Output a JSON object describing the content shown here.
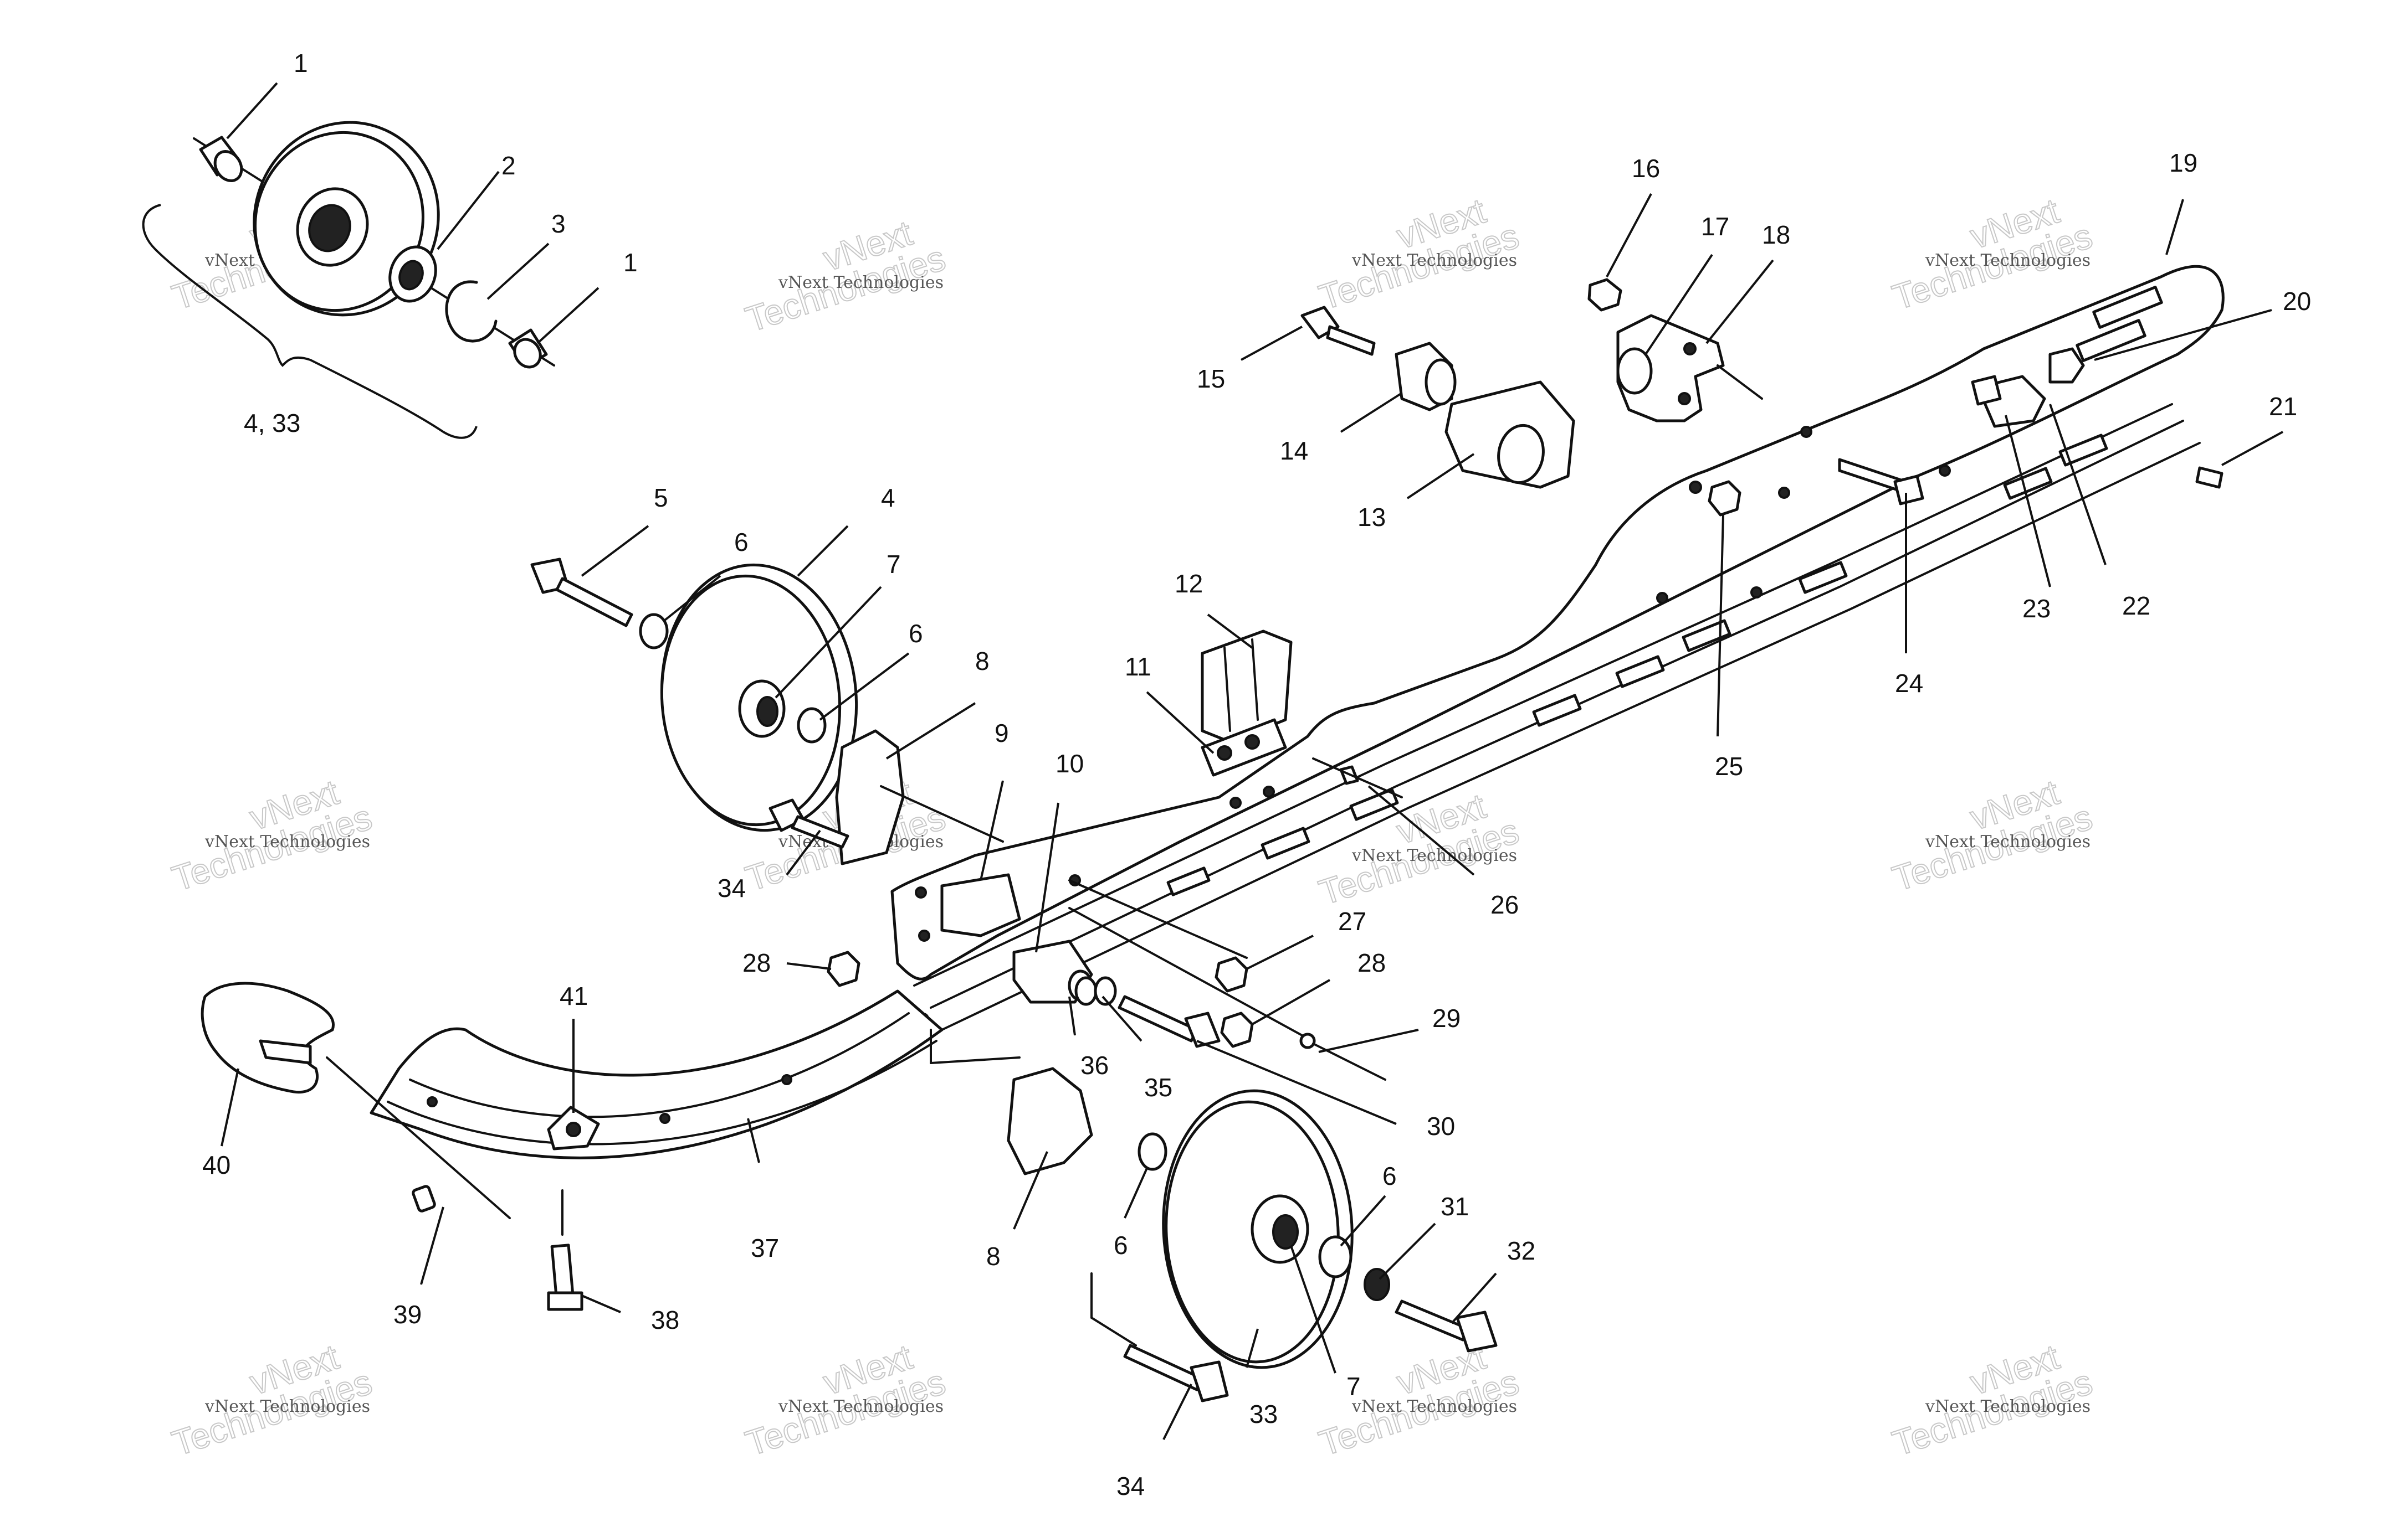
{
  "callouts": [
    {
      "label": "1"
    },
    {
      "label": "2"
    },
    {
      "label": "3"
    },
    {
      "label": "1"
    },
    {
      "label": "4,  33"
    },
    {
      "label": "5"
    },
    {
      "label": "6"
    },
    {
      "label": "4"
    },
    {
      "label": "7"
    },
    {
      "label": "6"
    },
    {
      "label": "8"
    },
    {
      "label": "9"
    },
    {
      "label": "10"
    },
    {
      "label": "11"
    },
    {
      "label": "12"
    },
    {
      "label": "13"
    },
    {
      "label": "14"
    },
    {
      "label": "15"
    },
    {
      "label": "16"
    },
    {
      "label": "17"
    },
    {
      "label": "18"
    },
    {
      "label": "19"
    },
    {
      "label": "20"
    },
    {
      "label": "21"
    },
    {
      "label": "22"
    },
    {
      "label": "23"
    },
    {
      "label": "24"
    },
    {
      "label": "25"
    },
    {
      "label": "26"
    },
    {
      "label": "27"
    },
    {
      "label": "28"
    },
    {
      "label": "28"
    },
    {
      "label": "29"
    },
    {
      "label": "30"
    },
    {
      "label": "31"
    },
    {
      "label": "32"
    },
    {
      "label": "33"
    },
    {
      "label": "34"
    },
    {
      "label": "34"
    },
    {
      "label": "35"
    },
    {
      "label": "36"
    },
    {
      "label": "37"
    },
    {
      "label": "38"
    },
    {
      "label": "39"
    },
    {
      "label": "40"
    },
    {
      "label": "41"
    },
    {
      "label": "8"
    },
    {
      "label": "6"
    },
    {
      "label": "6"
    },
    {
      "label": "7"
    }
  ],
  "watermark": {
    "line1": "vNext Technologies",
    "line2": "vNext",
    "line3": "Technologies"
  }
}
